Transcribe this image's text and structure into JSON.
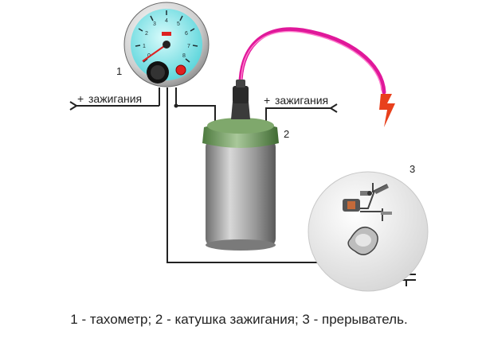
{
  "labels": {
    "plus_left": "+",
    "ignition_left": "зажигания",
    "plus_right": "+",
    "ignition_right": "зажигания",
    "num_1": "1",
    "num_2": "2",
    "num_3": "3"
  },
  "caption": "1 - тахометр; 2 - катушка зажигания; 3 - прерыватель.",
  "colors": {
    "hv_wire": "#e0189a",
    "spark": "#e8401c",
    "gauge_face": "#7fe4e8",
    "coil_body": "#9a9a9a",
    "coil_cap": "#6f9a5a",
    "wire": "#222222"
  },
  "icons": [
    "tachometer-icon",
    "ignition-coil-icon",
    "breaker-icon",
    "spark-icon",
    "capacitor-icon"
  ]
}
